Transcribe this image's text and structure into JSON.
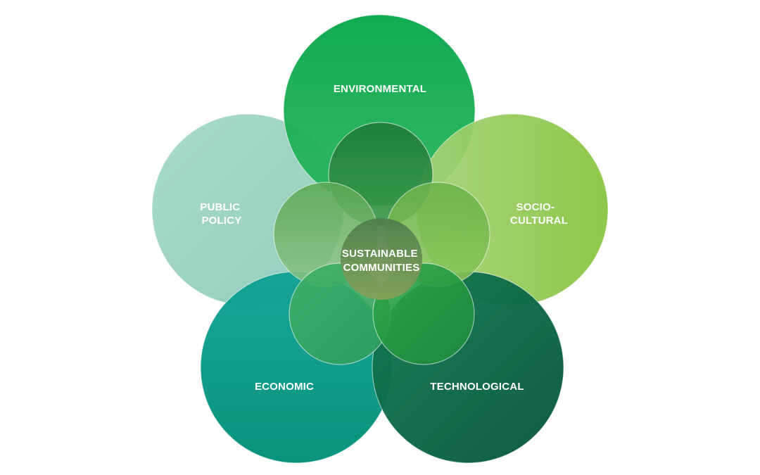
{
  "diagram": {
    "center": {
      "lines": [
        "SUSTAINABLE",
        "COMMUNITIES"
      ]
    },
    "circles": [
      {
        "key": "environmental",
        "lines": [
          "ENVIRONMENTAL"
        ],
        "color": "#12A84B"
      },
      {
        "key": "socio-cultural",
        "lines": [
          "SOCIO-",
          "CULTURAL"
        ],
        "color": "#8CC63F"
      },
      {
        "key": "technological",
        "lines": [
          "TECHNOLOGICAL"
        ],
        "color": "#0B5E3A"
      },
      {
        "key": "economic",
        "lines": [
          "ECONOMIC"
        ],
        "color": "#009A84"
      },
      {
        "key": "public-policy",
        "lines": [
          "PUBLIC",
          "POLICY"
        ],
        "color": "#9CD3C2"
      }
    ]
  }
}
